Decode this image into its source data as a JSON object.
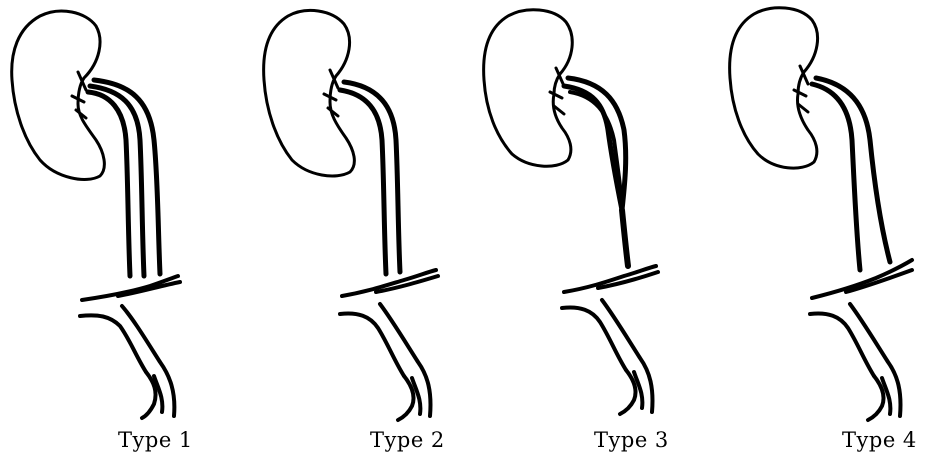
{
  "figure": {
    "panels": [
      {
        "label": "Type 1",
        "vessel_count": 3,
        "pattern": "three-parallel"
      },
      {
        "label": "Type 2",
        "vessel_count": 2,
        "pattern": "two-parallel"
      },
      {
        "label": "Type 3",
        "vessel_count": 1,
        "pattern": "converging-single"
      },
      {
        "label": "Type 4",
        "vessel_count": 2,
        "pattern": "two-diverging"
      }
    ],
    "colors": {
      "ink": "#000000",
      "background": "#ffffff"
    }
  }
}
